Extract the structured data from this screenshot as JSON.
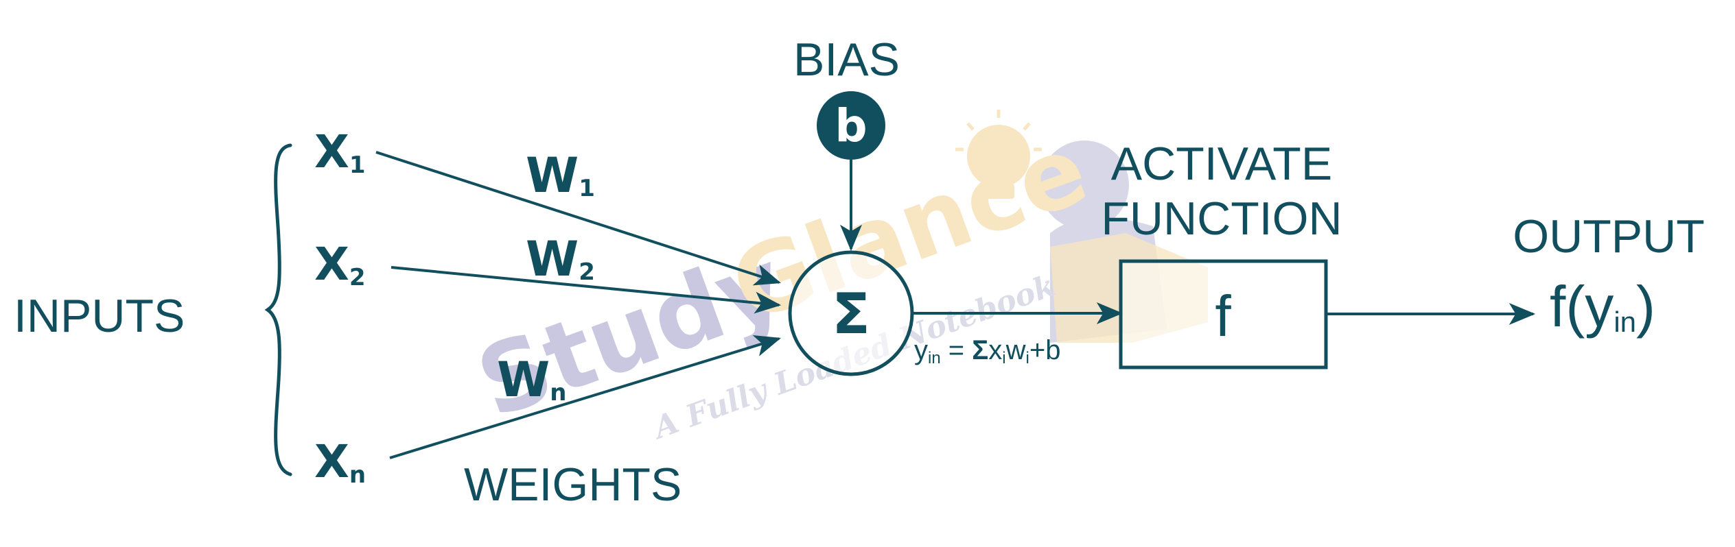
{
  "colors": {
    "primary": "#124f5e",
    "watermark_purple": "#c9c8e0",
    "watermark_yellow": "#f8e6c2",
    "background": "#ffffff"
  },
  "watermark": {
    "brand_part1": "Study",
    "brand_part2": "Glance",
    "tagline": "A Fully Loaded Notebook"
  },
  "inputs": {
    "label": "INPUTS",
    "x1": {
      "base": "X",
      "sub": "1"
    },
    "x2": {
      "base": "X",
      "sub": "2"
    },
    "xn": {
      "base": "X",
      "sub": "n"
    }
  },
  "weights": {
    "label": "WEIGHTS",
    "w1": {
      "base": "W",
      "sub": "1"
    },
    "w2": {
      "base": "W",
      "sub": "2"
    },
    "wn": {
      "base": "W",
      "sub": "n"
    }
  },
  "bias": {
    "label": "BIAS",
    "symbol": "b"
  },
  "summation": {
    "symbol": "Σ",
    "formula": {
      "y": "y",
      "y_sub": "in",
      "equals": " = ",
      "sigma": "Σ",
      "x": "x",
      "x_sub": "i",
      "w": "w",
      "w_sub": "i",
      "tail": "+b"
    }
  },
  "activation": {
    "label_line1": "ACTIVATE",
    "label_line2": "FUNCTION",
    "symbol": "f"
  },
  "output": {
    "label": "OUTPUT",
    "f": "f(y",
    "sub": "in",
    "close": ")"
  }
}
